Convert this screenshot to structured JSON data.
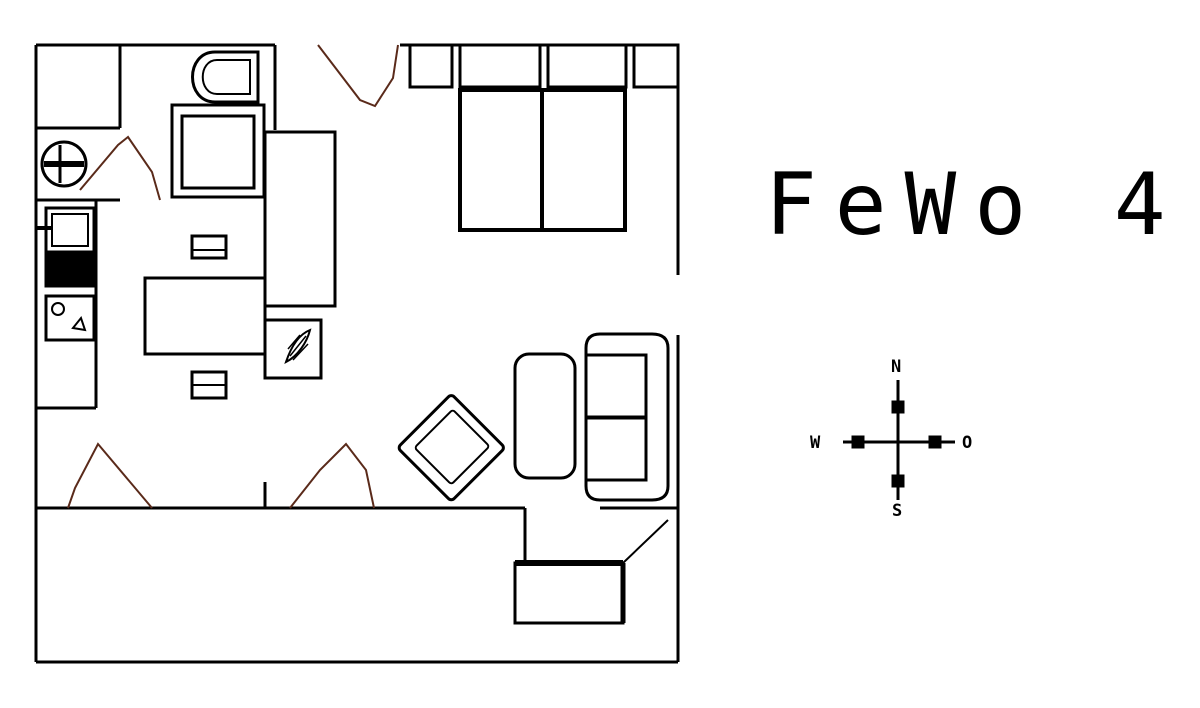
{
  "title": "FeWo 4",
  "compass": {
    "north": "N",
    "west": "W",
    "east": "O",
    "south": "S"
  },
  "colors": {
    "lines": "#000000",
    "doors": "#5a2a1a",
    "background": "#ffffff"
  }
}
